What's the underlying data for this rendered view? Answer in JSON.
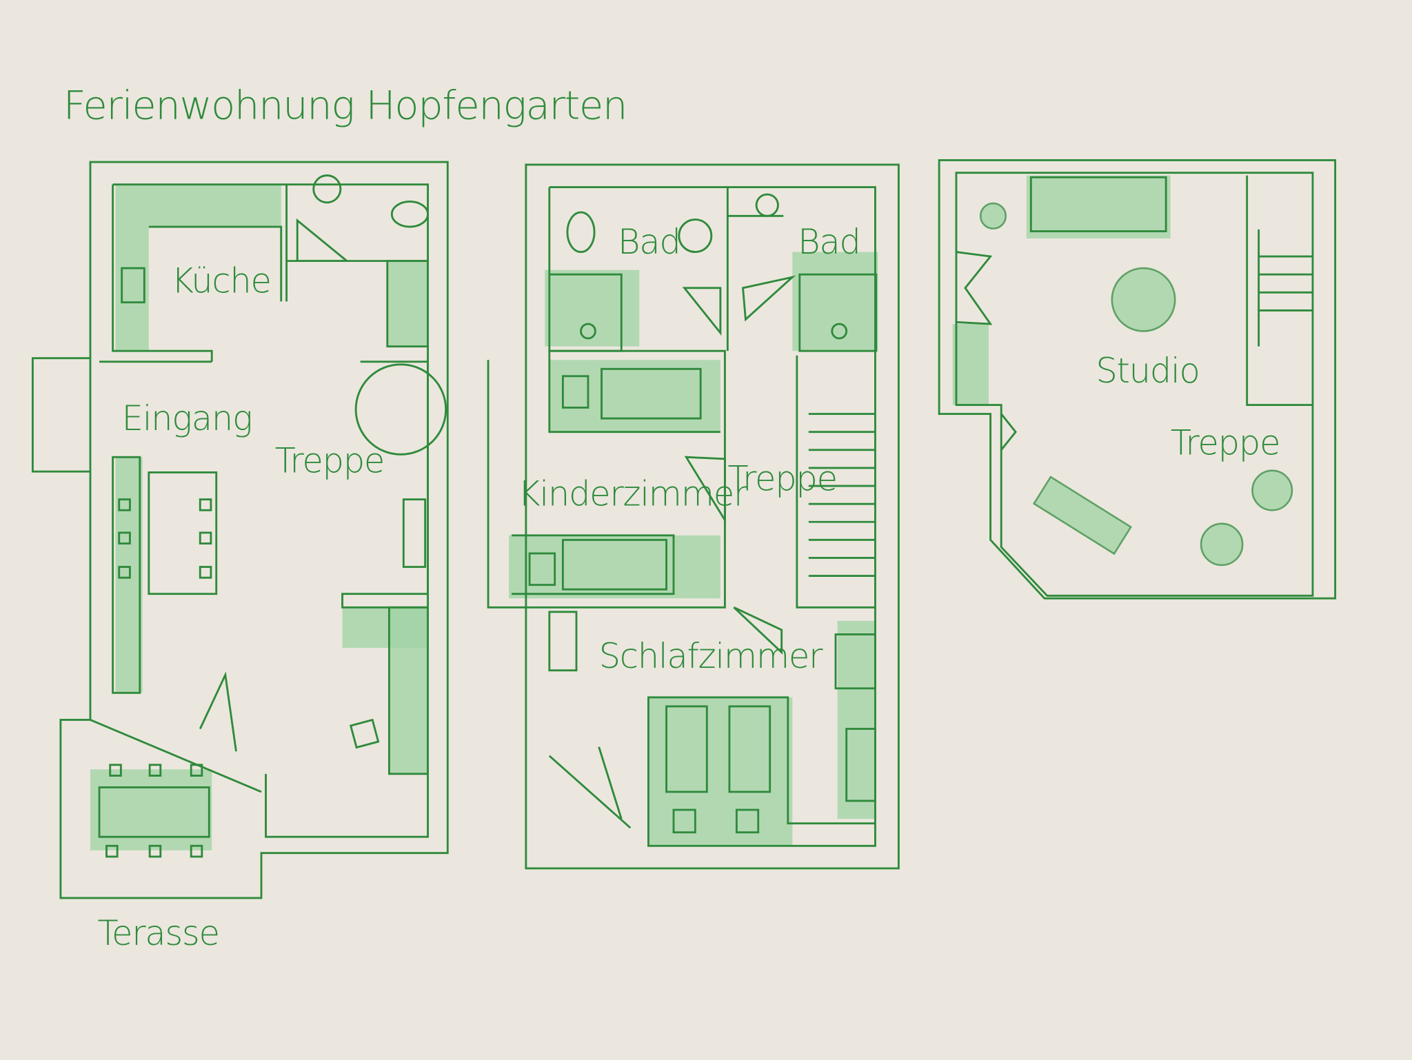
{
  "title": "Ferienwohnung Hopfengarten",
  "colors": {
    "line": "#2f8a3c",
    "fill": "#9fd3a3",
    "paper": "#ebe7de"
  },
  "floors": [
    {
      "name": "ground-floor",
      "rooms": {
        "kitchen": "Küche",
        "entrance": "Eingang",
        "stairs": "Treppe",
        "terrace": "Terasse"
      }
    },
    {
      "name": "first-floor",
      "rooms": {
        "bath1": "Bad",
        "bath2": "Bad",
        "kids": "Kinderzimmer",
        "stairs": "Treppe",
        "bedroom": "Schlafzimmer"
      }
    },
    {
      "name": "attic",
      "rooms": {
        "studio": "Studio",
        "stairs": "Treppe"
      }
    }
  ]
}
